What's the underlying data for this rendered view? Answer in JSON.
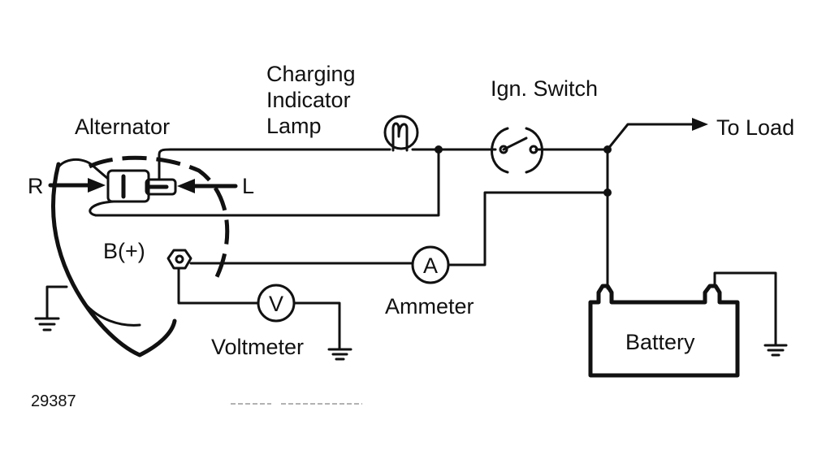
{
  "labels": {
    "alternator": "Alternator",
    "charging_lamp": [
      "Charging",
      "Indicator",
      "Lamp"
    ],
    "ign_switch": "Ign. Switch",
    "to_load": "To Load",
    "terminal_r": "R",
    "terminal_l": "L",
    "terminal_b": "B(+)",
    "ammeter": "Ammeter",
    "voltmeter": "Voltmeter",
    "battery": "Battery",
    "figure_number": "29387"
  },
  "meters": {
    "ammeter_symbol": "A",
    "voltmeter_symbol": "V"
  }
}
